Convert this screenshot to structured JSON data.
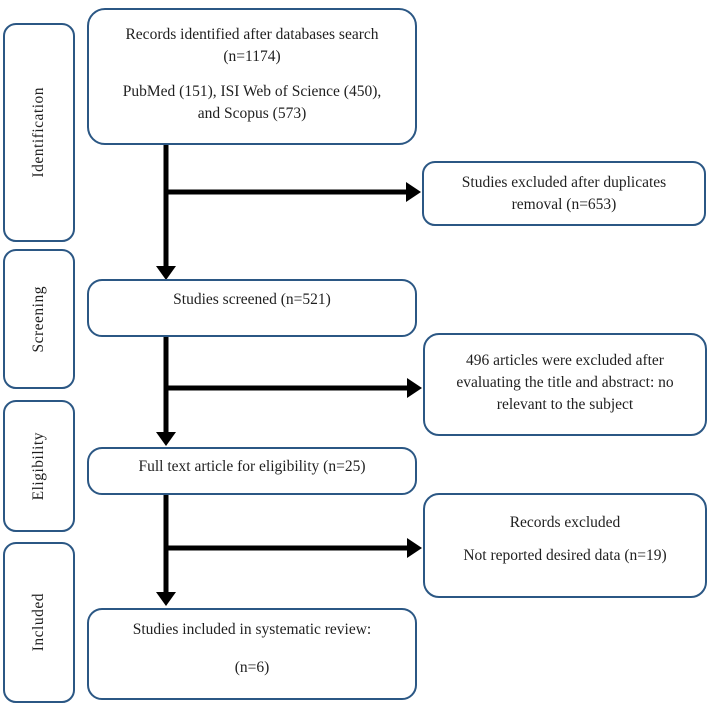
{
  "colors": {
    "box_border": "#2b5784",
    "arrow": "#000000",
    "text": "#1f1f1f",
    "background": "#ffffff"
  },
  "sidebar": {
    "stages": [
      {
        "label": "Identification"
      },
      {
        "label": "Screening"
      },
      {
        "label": "Eligibility"
      },
      {
        "label": "Included"
      }
    ]
  },
  "flow": {
    "records_identified": {
      "lines": [
        "Records identified after databases search",
        "(n=1174)",
        "PubMed (151), ISI Web of Science (450),",
        "and Scopus (573)"
      ]
    },
    "studies_screened": {
      "lines": [
        "Studies screened (n=521)"
      ]
    },
    "full_text": {
      "lines": [
        "Full text article for eligibility (n=25)"
      ]
    },
    "studies_included": {
      "lines": [
        "Studies included in systematic review:",
        "(n=6)"
      ]
    },
    "excluded_duplicates": {
      "lines": [
        "Studies excluded after duplicates",
        "removal (n=653)"
      ]
    },
    "excluded_abstract": {
      "lines": [
        "496 articles were excluded after",
        "evaluating the title and abstract: no",
        "relevant to the subject"
      ]
    },
    "excluded_data": {
      "lines": [
        "Records excluded",
        "Not reported desired data (n=19)"
      ]
    }
  }
}
